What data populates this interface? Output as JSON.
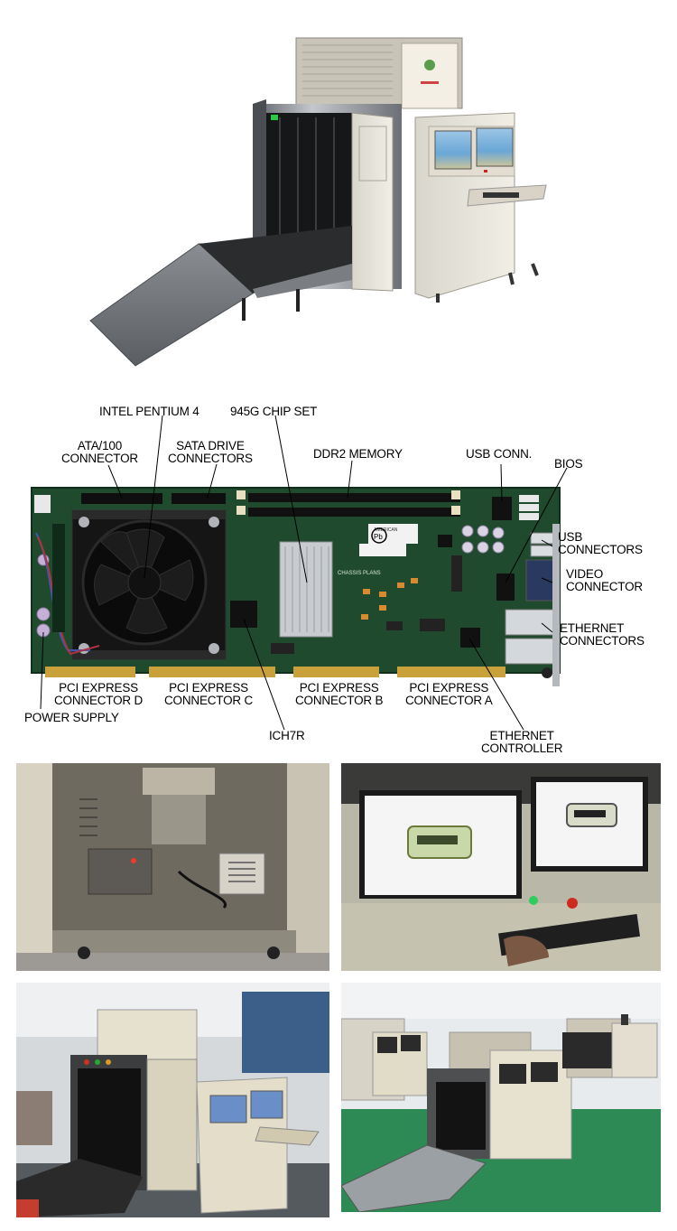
{
  "motherboard": {
    "labels": {
      "intel_pentium_4": "INTEL PENTIUM 4",
      "chipset": "945G CHIP SET",
      "ata_line1": "ATA/100",
      "ata_line2": "CONNECTOR",
      "sata_line1": "SATA DRIVE",
      "sata_line2": "CONNECTORS",
      "ddr2": "DDR2 MEMORY",
      "usb_conn": "USB CONN.",
      "bios": "BIOS",
      "usb_line1": "USB",
      "usb_line2": "CONNECTORS",
      "video_line1": "VIDEO",
      "video_line2": "CONNECTOR",
      "ethernet_line1": "ETHERNET",
      "ethernet_line2": "CONNECTORS",
      "pcie_d_line1": "PCI EXPRESS",
      "pcie_d_line2": "CONNECTOR D",
      "pcie_c_line1": "PCI EXPRESS",
      "pcie_c_line2": "CONNECTOR C",
      "pcie_b_line1": "PCI EXPRESS",
      "pcie_b_line2": "CONNECTOR B",
      "pcie_a_line1": "PCI EXPRESS",
      "pcie_a_line2": "CONNECTOR A",
      "power_supply": "POWER SUPPLY",
      "ich7r": "ICH7R",
      "eth_ctrl_line1": "ETHERNET",
      "eth_ctrl_line2": "CONTROLLER"
    },
    "board_print": {
      "chassis_plans": "CHASSIS PLANS",
      "pb": "Pb"
    }
  },
  "colors": {
    "board_green": "#1f4a2e",
    "heatsink": "#c8ccd0",
    "fan_black": "#111111",
    "cabinet_beige": "#ece6d2",
    "steel": "#8c9096"
  },
  "icons": [
    "cpu-fan-icon",
    "heatsink-icon"
  ]
}
